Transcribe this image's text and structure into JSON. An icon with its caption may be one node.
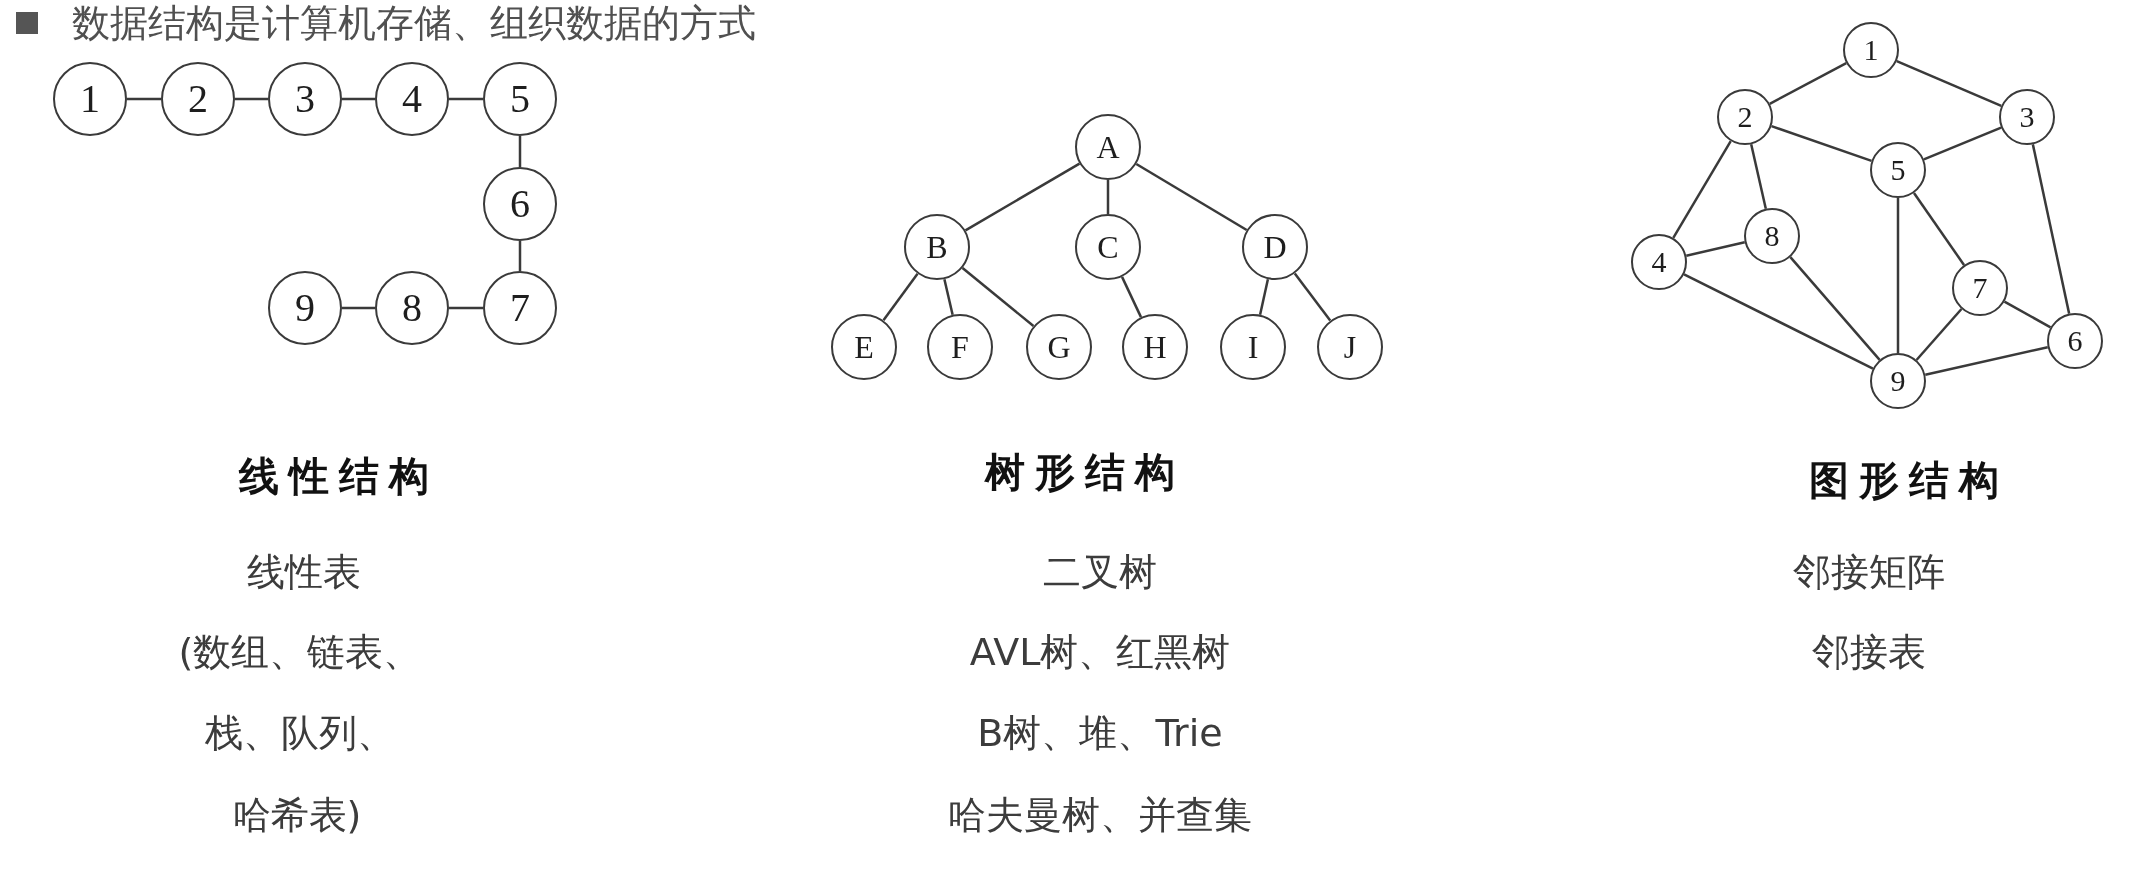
{
  "diagram": {
    "title": "数据结构是计算机存储、组织数据的方式",
    "nodes": [
      {
        "text": [
          "1"
        ]
      },
      {
        "text": [
          "2"
        ]
      },
      {
        "text": [
          "3"
        ]
      },
      {
        "text": [
          "4"
        ]
      },
      {
        "text": [
          "5"
        ]
      },
      {
        "text": [
          "6"
        ]
      },
      {
        "text": [
          "7"
        ]
      },
      {
        "text": [
          "8"
        ]
      },
      {
        "text": [
          "9"
        ]
      },
      {
        "text": [
          "A"
        ]
      },
      {
        "text": [
          "B"
        ]
      },
      {
        "text": [
          "C"
        ]
      },
      {
        "text": [
          "D"
        ]
      },
      {
        "text": [
          "E"
        ]
      },
      {
        "text": [
          "F"
        ]
      },
      {
        "text": [
          "G"
        ]
      },
      {
        "text": [
          "H"
        ]
      },
      {
        "text": [
          "I"
        ]
      },
      {
        "text": [
          "J"
        ]
      },
      {
        "text": [
          "1"
        ]
      },
      {
        "text": [
          "2"
        ]
      },
      {
        "text": [
          "3"
        ]
      },
      {
        "text": [
          "4"
        ]
      },
      {
        "text": [
          "5"
        ]
      },
      {
        "text": [
          "6"
        ]
      },
      {
        "text": [
          "7"
        ]
      },
      {
        "text": [
          "8"
        ]
      },
      {
        "text": [
          "9"
        ]
      }
    ],
    "edges": [
      {
        "from": 0,
        "to": 1,
        "arrow": "none"
      },
      {
        "from": 1,
        "to": 2,
        "arrow": "none"
      },
      {
        "from": 2,
        "to": 3,
        "arrow": "none"
      },
      {
        "from": 3,
        "to": 4,
        "arrow": "none"
      },
      {
        "from": 4,
        "to": 5,
        "arrow": "none"
      },
      {
        "from": 5,
        "to": 6,
        "arrow": "none"
      },
      {
        "from": 6,
        "to": 7,
        "arrow": "none"
      },
      {
        "from": 7,
        "to": 8,
        "arrow": "none"
      },
      {
        "from": 9,
        "to": 10,
        "arrow": "none"
      },
      {
        "from": 9,
        "to": 11,
        "arrow": "none"
      },
      {
        "from": 9,
        "to": 12,
        "arrow": "none"
      },
      {
        "from": 10,
        "to": 13,
        "arrow": "none"
      },
      {
        "from": 10,
        "to": 14,
        "arrow": "none"
      },
      {
        "from": 10,
        "to": 15,
        "arrow": "none"
      },
      {
        "from": 11,
        "to": 16,
        "arrow": "none"
      },
      {
        "from": 12,
        "to": 17,
        "arrow": "none"
      },
      {
        "from": 12,
        "to": 18,
        "arrow": "none"
      },
      {
        "from": 19,
        "to": 20,
        "arrow": "none"
      },
      {
        "from": 19,
        "to": 21,
        "arrow": "none"
      },
      {
        "from": 20,
        "to": 23,
        "arrow": "none"
      },
      {
        "from": 21,
        "to": 23,
        "arrow": "none"
      },
      {
        "from": 20,
        "to": 22,
        "arrow": "none"
      },
      {
        "from": 20,
        "to": 26,
        "arrow": "none"
      },
      {
        "from": 22,
        "to": 26,
        "arrow": "none"
      },
      {
        "from": 22,
        "to": 27,
        "arrow": "none"
      },
      {
        "from": 26,
        "to": 27,
        "arrow": "none"
      },
      {
        "from": 23,
        "to": 27,
        "arrow": "none"
      },
      {
        "from": 23,
        "to": 25,
        "arrow": "none"
      },
      {
        "from": 21,
        "to": 24,
        "arrow": "none"
      },
      {
        "from": 25,
        "to": 24,
        "arrow": "none"
      },
      {
        "from": 25,
        "to": 27,
        "arrow": "none"
      },
      {
        "from": 27,
        "to": 24,
        "arrow": "none"
      }
    ],
    "labels": [
      "线性结构",
      "线性表",
      "(数组、链表、",
      "栈、队列、",
      "哈希表)",
      "树形结构",
      "二叉树",
      "AVL树、红黑树",
      "B树、堆、Trie",
      "哈夫曼树、并查集",
      "图形结构",
      "邻接矩阵",
      "邻接表"
    ]
  }
}
